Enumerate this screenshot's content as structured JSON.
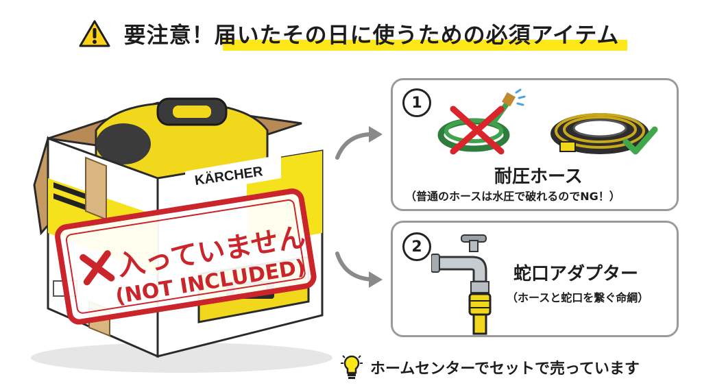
{
  "header": {
    "title": "要注意！届いたその日に使うための必須アイテム",
    "icon": "warning-triangle-icon",
    "highlight_color": "#ffe81a"
  },
  "box_scene": {
    "brand": "KÄRCHER",
    "stamp_line1": "入っていません",
    "stamp_line2": "(NOT INCLUDED)",
    "stamp_color": "#c9252b",
    "accent_color": "#f6e21c"
  },
  "items": [
    {
      "number": "1",
      "title": "耐圧ホース",
      "subtitle": "（普通のホースは水圧で破れるのでNG！）",
      "icons": [
        "garden-hose-icon",
        "cross-mark-icon",
        "pressure-hose-icon",
        "check-mark-icon"
      ]
    },
    {
      "number": "2",
      "title": "蛇口アダプター",
      "subtitle": "（ホースと蛇口を繋ぐ命綱）",
      "icons": [
        "faucet-icon",
        "adapter-icon"
      ]
    }
  ],
  "footer": {
    "text": "ホームセンターでセットで売っています",
    "icon": "lightbulb-icon"
  }
}
